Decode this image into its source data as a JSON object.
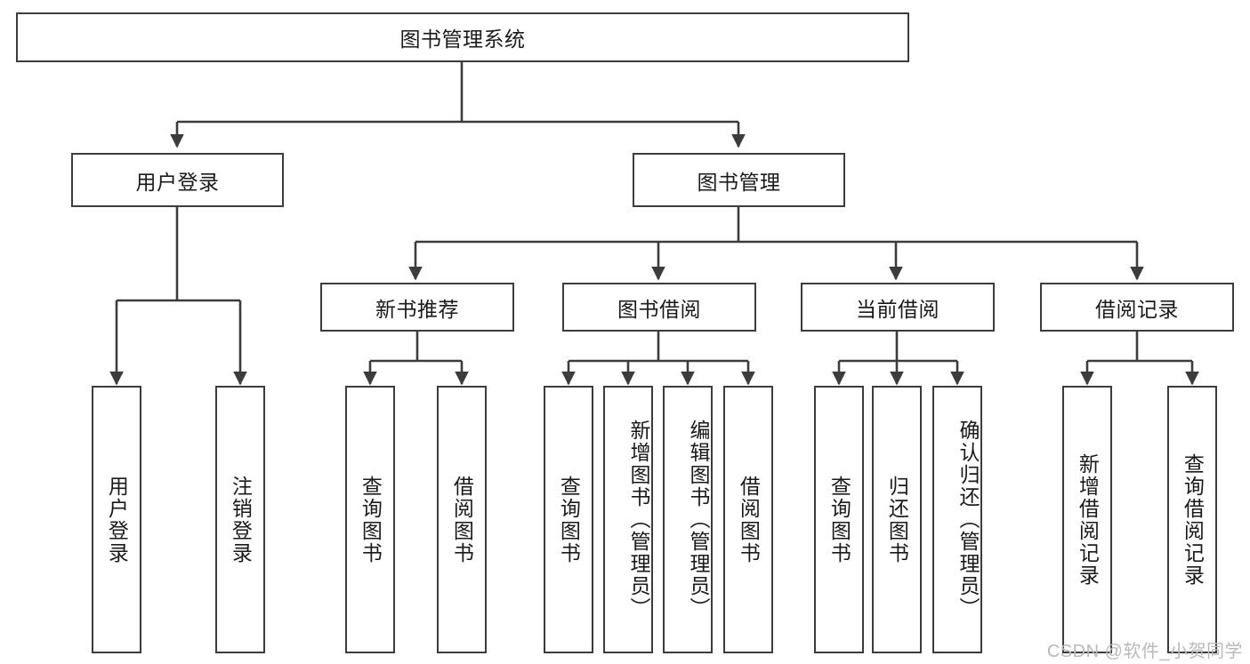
{
  "diagram": {
    "title": "图书管理系统",
    "watermark": "CSDN @软件_小贺同学",
    "colors": {
      "border": "#3c3c3c",
      "text": "#1a1a1a",
      "background": "#ffffff",
      "watermark": "#b9b9b9"
    },
    "levels": {
      "root": {
        "label": "图书管理系统"
      },
      "level2": [
        {
          "id": "user-login",
          "label": "用户登录"
        },
        {
          "id": "book-management",
          "label": "图书管理"
        }
      ],
      "level3": [
        {
          "id": "new-book-recommend",
          "label": "新书推荐",
          "parent": "book-management"
        },
        {
          "id": "book-borrow",
          "label": "图书借阅",
          "parent": "book-management"
        },
        {
          "id": "current-borrow",
          "label": "当前借阅",
          "parent": "book-management"
        },
        {
          "id": "borrow-record",
          "label": "借阅记录",
          "parent": "book-management"
        }
      ],
      "leaves": [
        {
          "id": "leaf-user-login",
          "label": "用户登录",
          "parent": "user-login"
        },
        {
          "id": "leaf-logout",
          "label": "注销登录",
          "parent": "user-login"
        },
        {
          "id": "leaf-query-book-1",
          "label": "查询图书",
          "parent": "new-book-recommend"
        },
        {
          "id": "leaf-borrow-book-1",
          "label": "借阅图书",
          "parent": "new-book-recommend"
        },
        {
          "id": "leaf-query-book-2",
          "label": "查询图书",
          "parent": "book-borrow"
        },
        {
          "id": "leaf-add-book",
          "label": "新增图书（管理员）",
          "parent": "book-borrow"
        },
        {
          "id": "leaf-edit-book",
          "label": "编辑图书（管理员）",
          "parent": "book-borrow"
        },
        {
          "id": "leaf-borrow-book-2",
          "label": "借阅图书",
          "parent": "book-borrow"
        },
        {
          "id": "leaf-query-book-3",
          "label": "查询图书",
          "parent": "current-borrow"
        },
        {
          "id": "leaf-return-book",
          "label": "归还图书",
          "parent": "current-borrow"
        },
        {
          "id": "leaf-confirm-return",
          "label": "确认归还（管理员）",
          "parent": "current-borrow"
        },
        {
          "id": "leaf-add-record",
          "label": "新增借阅记录",
          "parent": "borrow-record"
        },
        {
          "id": "leaf-query-record",
          "label": "查询借阅记录",
          "parent": "borrow-record"
        }
      ]
    }
  }
}
